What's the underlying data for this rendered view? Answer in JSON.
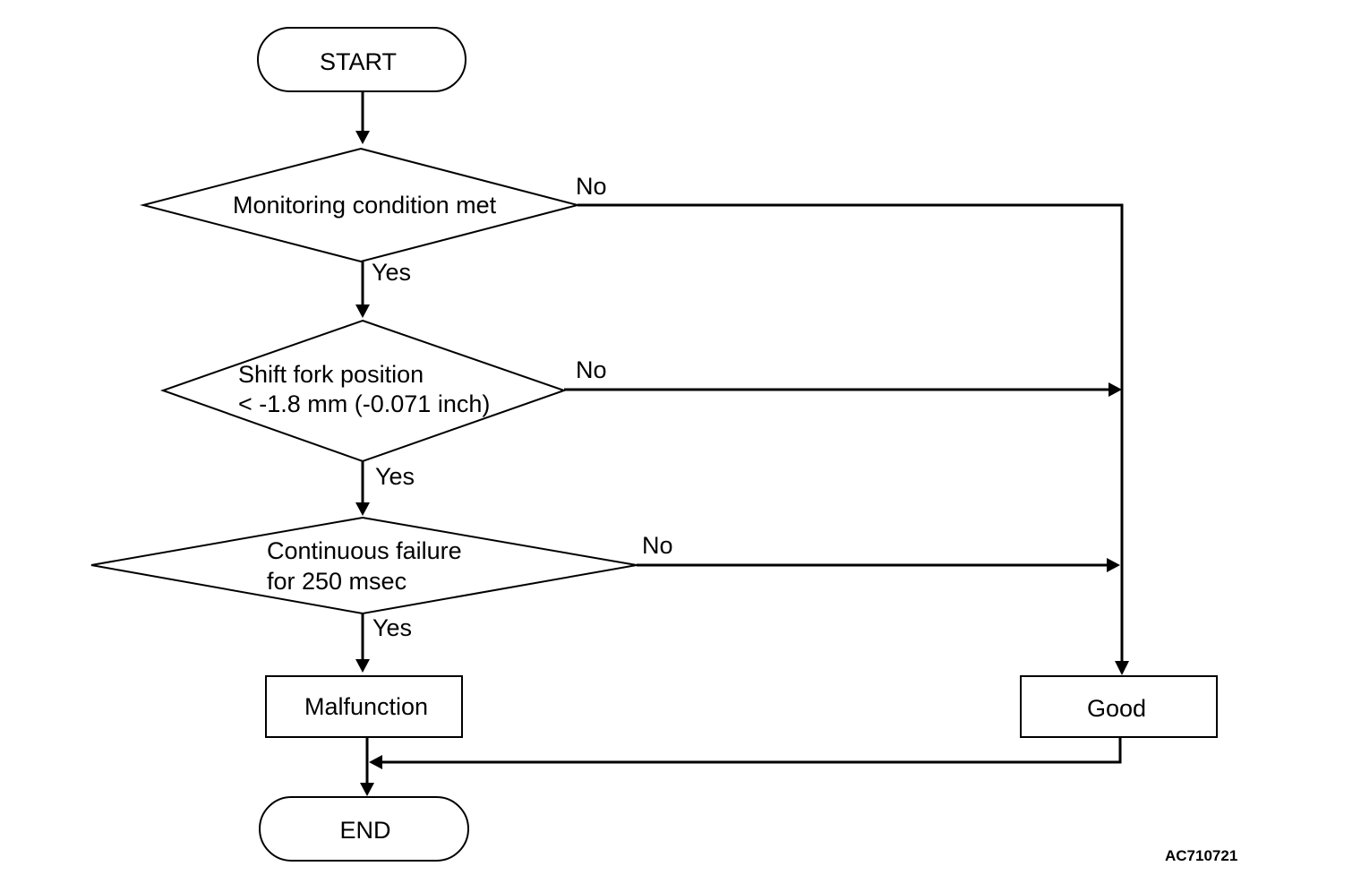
{
  "flowchart": {
    "start": "START",
    "end": "END",
    "decision_1": {
      "lines": [
        "Monitoring condition met"
      ],
      "yes_label": "Yes",
      "no_label": "No"
    },
    "decision_2": {
      "lines": [
        "Shift fork position",
        "< -1.8 mm (-0.071 inch)"
      ],
      "yes_label": "Yes",
      "no_label": "No"
    },
    "decision_3": {
      "lines": [
        "Continuous failure",
        "for 250 msec"
      ],
      "yes_label": "Yes",
      "no_label": "No"
    },
    "malfunction": "Malfunction",
    "good": "Good",
    "figure_code": "AC710721",
    "line_color": "#000000",
    "background": "#ffffff"
  }
}
